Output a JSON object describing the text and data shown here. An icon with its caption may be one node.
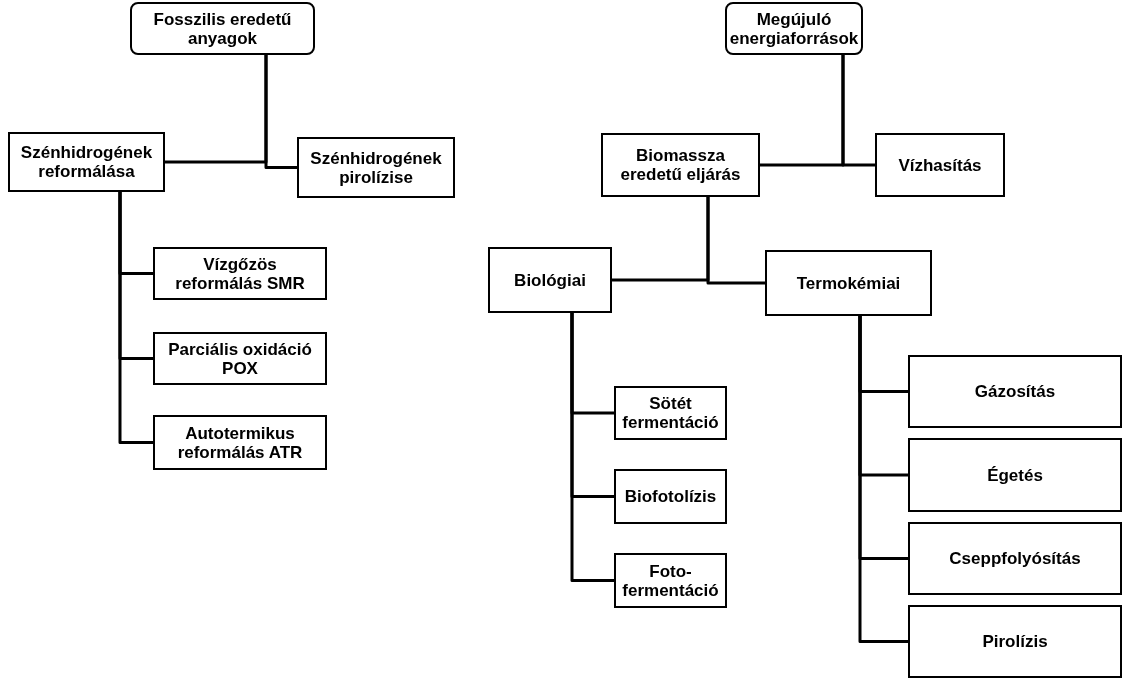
{
  "diagram": {
    "nodes": [
      {
        "text": [
          "Fosszilis eredetű anyagok"
        ]
      },
      {
        "text": [
          "Szénhidrogének reformálása"
        ]
      },
      {
        "text": [
          "Szénhidrogének pirolízise"
        ]
      },
      {
        "text": [
          "Vízgőzös reformálás SMR"
        ]
      },
      {
        "text": [
          "Parciális oxidáció POX"
        ]
      },
      {
        "text": [
          "Autotermikus reformálás ATR"
        ]
      },
      {
        "text": [
          "Megújuló energiaforrások"
        ]
      },
      {
        "text": [
          "Biomassza eredetű eljárás"
        ]
      },
      {
        "text": [
          "Vízhasítás"
        ]
      },
      {
        "text": [
          "Biológiai"
        ]
      },
      {
        "text": [
          "Termokémiai"
        ]
      },
      {
        "text": [
          "Sötét fermentáció"
        ]
      },
      {
        "text": [
          "Biofotolízis"
        ]
      },
      {
        "text": [
          "Foto- fermentáció"
        ]
      },
      {
        "text": [
          "Gázosítás"
        ]
      },
      {
        "text": [
          "Égetés"
        ]
      },
      {
        "text": [
          "Cseppfolyósítás"
        ]
      },
      {
        "text": [
          "Pirolízis"
        ]
      }
    ],
    "edges": [
      {
        "from": 0,
        "to": 1,
        "arrow": "none"
      },
      {
        "from": 0,
        "to": 2,
        "arrow": "none"
      },
      {
        "from": 1,
        "to": 3,
        "arrow": "none"
      },
      {
        "from": 1,
        "to": 4,
        "arrow": "none"
      },
      {
        "from": 1,
        "to": 5,
        "arrow": "none"
      },
      {
        "from": 6,
        "to": 7,
        "arrow": "none"
      },
      {
        "from": 6,
        "to": 8,
        "arrow": "none"
      },
      {
        "from": 7,
        "to": 9,
        "arrow": "none"
      },
      {
        "from": 7,
        "to": 10,
        "arrow": "none"
      },
      {
        "from": 9,
        "to": 11,
        "arrow": "none"
      },
      {
        "from": 9,
        "to": 12,
        "arrow": "none"
      },
      {
        "from": 9,
        "to": 13,
        "arrow": "none"
      },
      {
        "from": 10,
        "to": 14,
        "arrow": "none"
      },
      {
        "from": 10,
        "to": 15,
        "arrow": "none"
      },
      {
        "from": 10,
        "to": 16,
        "arrow": "none"
      },
      {
        "from": 10,
        "to": 17,
        "arrow": "none"
      }
    ]
  }
}
